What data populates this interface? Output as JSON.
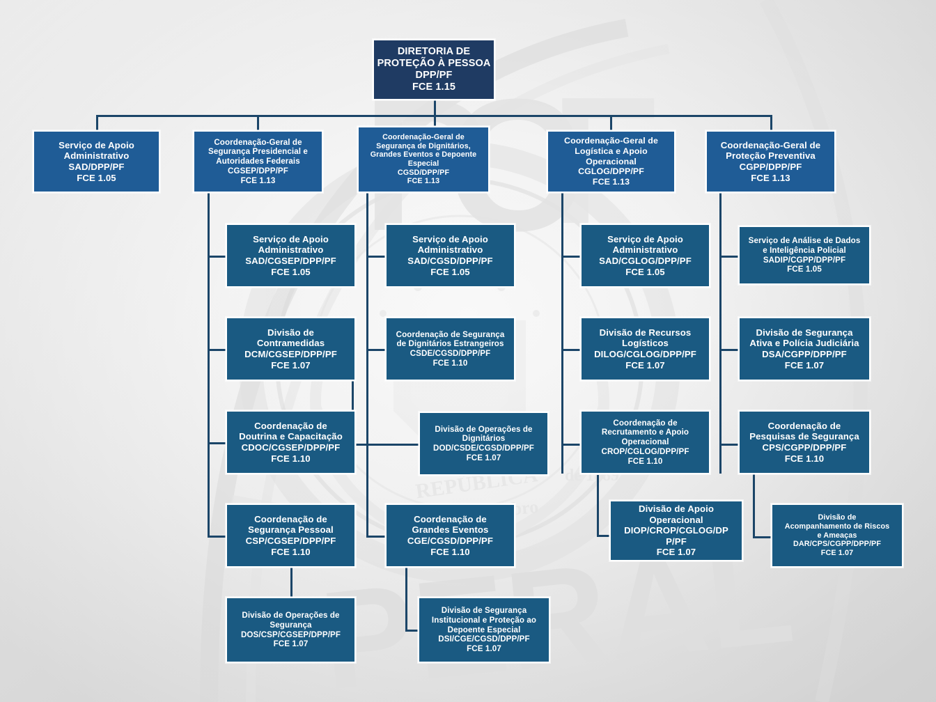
{
  "background": {
    "watermark_text_top": "PCF",
    "watermark_text_bottom": "FEDERAL",
    "watermark_emblem": "brazilian-federal-police-coat-of-arms",
    "watermark_ring_top": "POLÍCIA FEDERAL",
    "watermark_ring_bottom": "REPÚBLICA FEDERATIVA DO BRASIL"
  },
  "colors": {
    "root_box": "#1f3b63",
    "level1_box": "#1f5c96",
    "level2_box": "#1a5a82",
    "connector": "#1b4568",
    "text": "#ffffff"
  },
  "chart_data": {
    "type": "diagram",
    "title": "Organograma DPP/PF",
    "nodes": {
      "root": {
        "lines": [
          "DIRETORIA DE",
          "PROTEÇÃO À PESSOA",
          "DPP/PF",
          "FCE 1.15"
        ],
        "name": "DIRETORIA DE PROTEÇÃO À PESSOA",
        "acronym": "DPP/PF",
        "fce": "FCE 1.15"
      },
      "sad_dpp": {
        "lines": [
          "Serviço de Apoio",
          "Administrativo",
          "SAD/DPP/PF",
          "FCE 1.05"
        ],
        "name": "Serviço de Apoio Administrativo",
        "acronym": "SAD/DPP/PF",
        "fce": "FCE 1.05"
      },
      "cgsep": {
        "lines": [
          "Coordenação-Geral de",
          "Segurança Presidencial e",
          "Autoridades Federais",
          "CGSEP/DPP/PF",
          "FCE 1.13"
        ],
        "name": "Coordenação-Geral de Segurança Presidencial e Autoridades Federais",
        "acronym": "CGSEP/DPP/PF",
        "fce": "FCE 1.13"
      },
      "cgsd": {
        "lines": [
          "Coordenação-Geral de",
          "Segurança de Dignitários,",
          "Grandes Eventos e Depoente",
          "Especial",
          "CGSD/DPP/PF",
          "FCE 1.13"
        ],
        "name": "Coordenação-Geral de Segurança de Dignitários, Grandes Eventos e Depoente Especial",
        "acronym": "CGSD/DPP/PF",
        "fce": "FCE 1.13"
      },
      "cglog": {
        "lines": [
          "Coordenação-Geral de",
          "Logística e Apoio",
          "Operacional",
          "CGLOG/DPP/PF",
          "FCE 1.13"
        ],
        "name": "Coordenação-Geral de Logística e Apoio Operacional",
        "acronym": "CGLOG/DPP/PF",
        "fce": "FCE 1.13"
      },
      "cgpp": {
        "lines": [
          "Coordenação-Geral de",
          "Proteção Preventiva",
          "CGPP/DPP/PF",
          "FCE 1.13"
        ],
        "name": "Coordenação-Geral de Proteção Preventiva",
        "acronym": "CGPP/DPP/PF",
        "fce": "FCE 1.13"
      },
      "sad_cgsep": {
        "lines": [
          "Serviço de Apoio",
          "Administrativo",
          "SAD/CGSEP/DPP/PF",
          "FCE 1.05"
        ],
        "name": "Serviço de Apoio Administrativo",
        "acronym": "SAD/CGSEP/DPP/PF",
        "fce": "FCE 1.05"
      },
      "dcm": {
        "lines": [
          "Divisão de",
          "Contramedidas",
          "DCM/CGSEP/DPP/PF",
          "FCE 1.07"
        ],
        "name": "Divisão de Contramedidas",
        "acronym": "DCM/CGSEP/DPP/PF",
        "fce": "FCE 1.07"
      },
      "cdoc": {
        "lines": [
          "Coordenação de",
          "Doutrina e Capacitação",
          "CDOC/CGSEP/DPP/PF",
          "FCE 1.10"
        ],
        "name": "Coordenação de Doutrina e Capacitação",
        "acronym": "CDOC/CGSEP/DPP/PF",
        "fce": "FCE 1.10"
      },
      "csp": {
        "lines": [
          "Coordenação de",
          "Segurança Pessoal",
          "CSP/CGSEP/DPP/PF",
          "FCE 1.10"
        ],
        "name": "Coordenação de Segurança Pessoal",
        "acronym": "CSP/CGSEP/DPP/PF",
        "fce": "FCE 1.10"
      },
      "dos": {
        "lines": [
          "Divisão de Operações de",
          "Segurança",
          "DOS/CSP/CGSEP/DPP/PF",
          "FCE 1.07"
        ],
        "name": "Divisão de Operações de Segurança",
        "acronym": "DOS/CSP/CGSEP/DPP/PF",
        "fce": "FCE 1.07"
      },
      "sad_cgsd": {
        "lines": [
          "Serviço de Apoio",
          "Administrativo",
          "SAD/CGSD/DPP/PF",
          "FCE 1.05"
        ],
        "name": "Serviço de Apoio Administrativo",
        "acronym": "SAD/CGSD/DPP/PF",
        "fce": "FCE 1.05"
      },
      "csde": {
        "lines": [
          "Coordenação de Segurança",
          "de Dignitários Estrangeiros",
          "CSDE/CGSD/DPP/PF",
          "FCE 1.10"
        ],
        "name": "Coordenação de Segurança de Dignitários Estrangeiros",
        "acronym": "CSDE/CGSD/DPP/PF",
        "fce": "FCE 1.10"
      },
      "dod": {
        "lines": [
          "Divisão de Operações de",
          "Dignitários",
          "DOD/CSDE/CGSD/DPP/PF",
          "FCE 1.07"
        ],
        "name": "Divisão de Operações de Dignitários",
        "acronym": "DOD/CSDE/CGSD/DPP/PF",
        "fce": "FCE 1.07"
      },
      "cge": {
        "lines": [
          "Coordenação de",
          "Grandes Eventos",
          "CGE/CGSD/DPP/PF",
          "FCE 1.10"
        ],
        "name": "Coordenação de Grandes Eventos",
        "acronym": "CGE/CGSD/DPP/PF",
        "fce": "FCE 1.10"
      },
      "dsi": {
        "lines": [
          "Divisão de Segurança",
          "Institucional e Proteção ao",
          "Depoente Especial",
          "DSI/CGE/CGSD/DPP/PF",
          "FCE 1.07"
        ],
        "name": "Divisão de Segurança Institucional e Proteção ao Depoente Especial",
        "acronym": "DSI/CGE/CGSD/DPP/PF",
        "fce": "FCE 1.07"
      },
      "sad_cglog": {
        "lines": [
          "Serviço de Apoio",
          "Administrativo",
          "SAD/CGLOG/DPP/PF",
          "FCE 1.05"
        ],
        "name": "Serviço de Apoio Administrativo",
        "acronym": "SAD/CGLOG/DPP/PF",
        "fce": "FCE 1.05"
      },
      "dilog": {
        "lines": [
          "Divisão de Recursos",
          "Logísticos",
          "DILOG/CGLOG/DPP/PF",
          "FCE 1.07"
        ],
        "name": "Divisão de Recursos Logísticos",
        "acronym": "DILOG/CGLOG/DPP/PF",
        "fce": "FCE 1.07"
      },
      "crop": {
        "lines": [
          "Coordenação de",
          "Recrutamento e Apoio",
          "Operacional",
          "CROP/CGLOG/DPP/PF",
          "FCE 1.10"
        ],
        "name": "Coordenação de Recrutamento e Apoio Operacional",
        "acronym": "CROP/CGLOG/DPP/PF",
        "fce": "FCE 1.10"
      },
      "diop": {
        "lines": [
          "Divisão de Apoio",
          "Operacional",
          "DIOP/CROP/CGLOG/DP",
          "P/PF",
          "FCE 1.07"
        ],
        "name": "Divisão de Apoio Operacional",
        "acronym": "DIOP/CROP/CGLOG/DPP/PF",
        "fce": "FCE 1.07"
      },
      "sadip": {
        "lines": [
          "Serviço de Análise de Dados",
          "e Inteligência Policial",
          "SADIP/CGPP/DPP/PF",
          "FCE 1.05"
        ],
        "name": "Serviço de Análise de Dados e Inteligência Policial",
        "acronym": "SADIP/CGPP/DPP/PF",
        "fce": "FCE 1.05"
      },
      "dsa": {
        "lines": [
          "Divisão de Segurança",
          "Ativa e Polícia Judiciária",
          "DSA/CGPP/DPP/PF",
          "FCE 1.07"
        ],
        "name": "Divisão de Segurança Ativa e Polícia Judiciária",
        "acronym": "DSA/CGPP/DPP/PF",
        "fce": "FCE 1.07"
      },
      "cps": {
        "lines": [
          "Coordenação de",
          "Pesquisas de Segurança",
          "CPS/CGPP/DPP/PF",
          "FCE 1.10"
        ],
        "name": "Coordenação de Pesquisas de Segurança",
        "acronym": "CPS/CGPP/DPP/PF",
        "fce": "FCE 1.10"
      },
      "dar": {
        "lines": [
          "Divisão de",
          "Acompanhamento de Riscos",
          "e Ameaças",
          "DAR/CPS/CGPP/DPP/PF",
          "FCE 1.07"
        ],
        "name": "Divisão de Acompanhamento de Riscos e Ameaças",
        "acronym": "DAR/CPS/CGPP/DPP/PF",
        "fce": "FCE 1.07"
      }
    },
    "edges": [
      [
        "root",
        "sad_dpp"
      ],
      [
        "root",
        "cgsep"
      ],
      [
        "root",
        "cgsd"
      ],
      [
        "root",
        "cglog"
      ],
      [
        "root",
        "cgpp"
      ],
      [
        "cgsep",
        "sad_cgsep"
      ],
      [
        "cgsep",
        "dcm"
      ],
      [
        "cgsep",
        "cdoc"
      ],
      [
        "cgsep",
        "csp"
      ],
      [
        "csp",
        "dos"
      ],
      [
        "cgsd",
        "sad_cgsd"
      ],
      [
        "cgsd",
        "csde"
      ],
      [
        "csde",
        "dod"
      ],
      [
        "cgsd",
        "cge"
      ],
      [
        "cge",
        "dsi"
      ],
      [
        "cglog",
        "sad_cglog"
      ],
      [
        "cglog",
        "dilog"
      ],
      [
        "cglog",
        "crop"
      ],
      [
        "crop",
        "diop"
      ],
      [
        "cgpp",
        "sadip"
      ],
      [
        "cgpp",
        "dsa"
      ],
      [
        "cgpp",
        "cps"
      ],
      [
        "cps",
        "dar"
      ]
    ]
  }
}
